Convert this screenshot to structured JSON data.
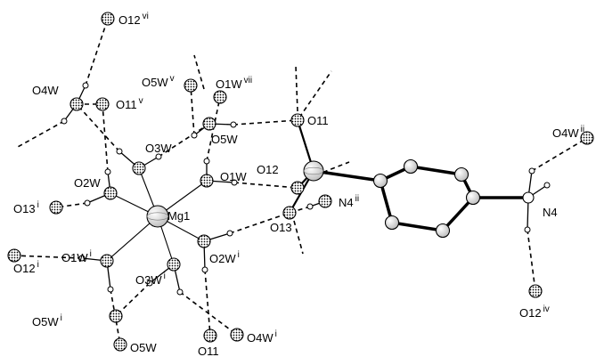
{
  "atoms": [
    {
      "id": "Mg1",
      "label": "Mg1",
      "sup": "",
      "kind": "mg"
    },
    {
      "id": "O1W",
      "label": "O1W",
      "sup": "",
      "kind": "o"
    },
    {
      "id": "O2W",
      "label": "O2W",
      "sup": "",
      "kind": "o"
    },
    {
      "id": "O3W",
      "label": "O3W",
      "sup": "",
      "kind": "o"
    },
    {
      "id": "O1Wi",
      "label": "O1W",
      "sup": "i",
      "kind": "o"
    },
    {
      "id": "O2Wi",
      "label": "O2W",
      "sup": "i",
      "kind": "o"
    },
    {
      "id": "O3Wi",
      "label": "O3W",
      "sup": "i",
      "kind": "o"
    },
    {
      "id": "O4W",
      "label": "O4W",
      "sup": "",
      "kind": "o"
    },
    {
      "id": "O5W",
      "label": "O5W",
      "sup": "",
      "kind": "o"
    },
    {
      "id": "O5Wv",
      "label": "O5W",
      "sup": "v",
      "kind": "o"
    },
    {
      "id": "O1Wvii",
      "label": "O1W",
      "sup": "vii",
      "kind": "o"
    },
    {
      "id": "O11",
      "label": "O11",
      "sup": "",
      "kind": "o"
    },
    {
      "id": "O11v",
      "label": "O11",
      "sup": "v",
      "kind": "o"
    },
    {
      "id": "O12",
      "label": "O12",
      "sup": "",
      "kind": "o"
    },
    {
      "id": "O13",
      "label": "O13",
      "sup": "",
      "kind": "o"
    },
    {
      "id": "O13i",
      "label": "O13",
      "sup": "i",
      "kind": "o"
    },
    {
      "id": "O12i",
      "label": "O12",
      "sup": "i",
      "kind": "o"
    },
    {
      "id": "O12vi",
      "label": "O12",
      "sup": "vi",
      "kind": "o"
    },
    {
      "id": "O5Wi",
      "label": "O5W",
      "sup": "i",
      "kind": "o"
    },
    {
      "id": "O5Wb",
      "label": "O5W",
      "sup": "",
      "kind": "o"
    },
    {
      "id": "O11b",
      "label": "O11",
      "sup": "",
      "kind": "o"
    },
    {
      "id": "O4Wi",
      "label": "O4W",
      "sup": "i",
      "kind": "o"
    },
    {
      "id": "N4ii",
      "label": "N4",
      "sup": "ii",
      "kind": "o"
    },
    {
      "id": "N4",
      "label": "N4",
      "sup": "",
      "kind": "n"
    },
    {
      "id": "O4Wii",
      "label": "O4W",
      "sup": "ii",
      "kind": "o"
    },
    {
      "id": "O12iv",
      "label": "O12",
      "sup": "iv",
      "kind": "o"
    },
    {
      "id": "S",
      "label": "",
      "sup": "",
      "kind": "s"
    },
    {
      "id": "C1",
      "label": "",
      "sup": "",
      "kind": "c"
    },
    {
      "id": "C2",
      "label": "",
      "sup": "",
      "kind": "c"
    },
    {
      "id": "C3",
      "label": "",
      "sup": "",
      "kind": "c"
    },
    {
      "id": "C4",
      "label": "",
      "sup": "",
      "kind": "c"
    },
    {
      "id": "C5",
      "label": "",
      "sup": "",
      "kind": "c"
    },
    {
      "id": "C6",
      "label": "",
      "sup": "",
      "kind": "c"
    }
  ]
}
